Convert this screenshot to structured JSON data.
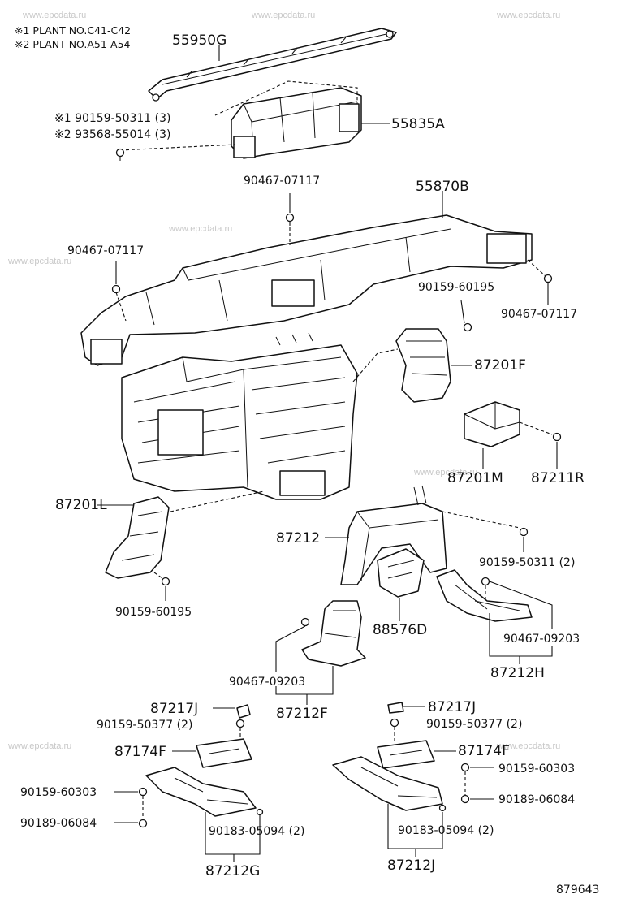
{
  "watermark": "www.epcdata.ru",
  "notes": [
    "※1 PLANT NO.C41-C42",
    "※2 PLANT NO.A51-A54"
  ],
  "labels": {
    "p55950G": "55950G",
    "n1": "※1 90159-50311 (3)",
    "n2": "※2 93568-55014 (3)",
    "p55835A": "55835A",
    "b90467a": "90467-07117",
    "p55870B": "55870B",
    "b90467b": "90467-07117",
    "b90159a": "90159-60195",
    "b90467c": "90467-07117",
    "p87201F": "87201F",
    "p87201M": "87201M",
    "p87211R": "87211R",
    "p87201L": "87201L",
    "p87212": "87212",
    "b90159b": "90159-50311 (2)",
    "b90159c": "90159-60195",
    "p88576D": "88576D",
    "b90467d": "90467-09203",
    "p87212H": "87212H",
    "b90467e": "90467-09203",
    "p87212F": "87212F",
    "p87217J_l": "87217J",
    "b90159d": "90159-50377 (2)",
    "p87174F_l": "87174F",
    "b90159e": "90159-60303",
    "b90189a": "90189-06084",
    "b90183a": "90183-05094 (2)",
    "p87212G": "87212G",
    "p87217J_r": "87217J",
    "b90159f": "90159-50377 (2)",
    "p87174F_r": "87174F",
    "b90159g": "90159-60303",
    "b90189b": "90189-06084",
    "b90183b": "90183-05094 (2)",
    "p87212J": "87212J",
    "diagram_no": "879643"
  }
}
